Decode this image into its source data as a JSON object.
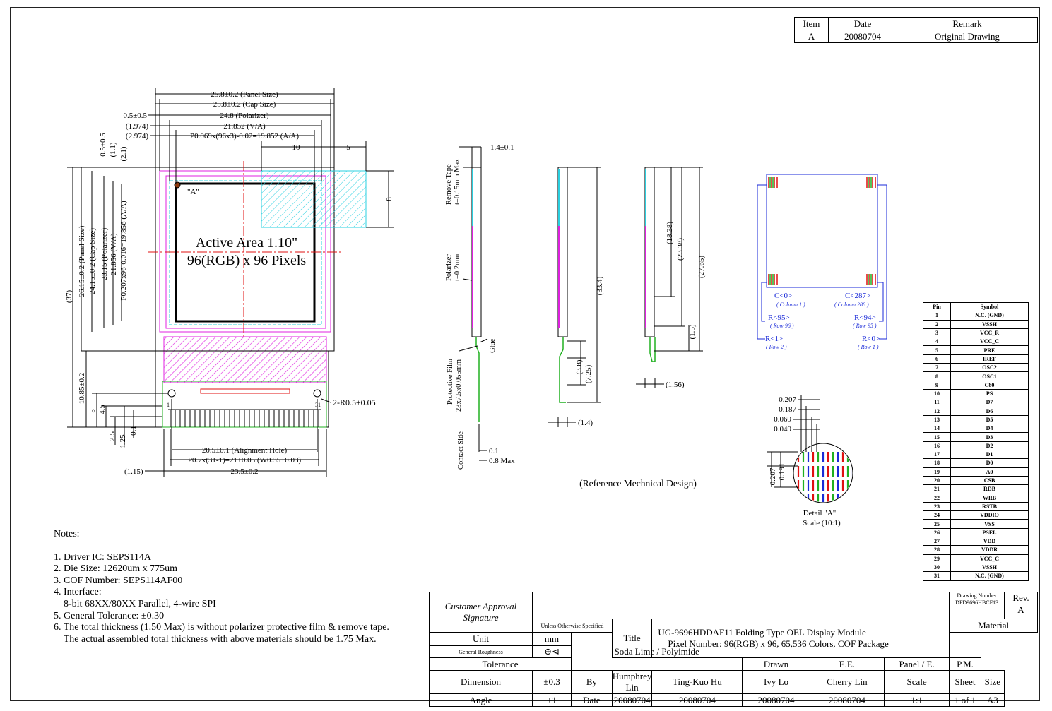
{
  "revision": {
    "headers": [
      "Item",
      "Date",
      "Remark"
    ],
    "rows": [
      [
        "A",
        "20080704",
        "Original Drawing"
      ]
    ]
  },
  "front_view": {
    "dims_top": [
      "25.8±0.2 (Panel Size)",
      "25.8±0.2 (Cap Size)",
      "24.8 (Polarizer)",
      "21.852 (V/A)",
      "P0.069x(96x3)-0.02=19.852 (A/A)"
    ],
    "dims_top_left": [
      "0.5±0.5",
      "(1.974)",
      "(2.974)"
    ],
    "dims_top_right": [
      "10",
      "5"
    ],
    "dims_left_small": [
      "0.5±0.5",
      "(1.1)",
      "(2.1)"
    ],
    "dims_left": [
      "(37)",
      "26.15±0.2 (Panel Size)",
      "24.15±0.2 (Cap Size)",
      "23.15 (Polarizer)",
      "21.856 (V/A)",
      "P0.207x96-0.016=19.856 (A/A)"
    ],
    "dims_left_lower": [
      "10.85±0.2",
      "5",
      "4.5",
      "2.5",
      "1.25",
      "0.1"
    ],
    "dim_right": "8",
    "active_area_line1": "Active Area 1.10\"",
    "active_area_line2": "96(RGB) x 96 Pixels",
    "point_a": "\"A\"",
    "hole_label": "2-R0.5±0.05",
    "pin_1": "1",
    "pin_31": "31",
    "dims_bottom": [
      "20.5±0.1 (Alignment Hole)",
      "P0.7x(31-1)=21±0.05 (W0.35±0.03)",
      "(1.15)",
      "23.5±0.2"
    ]
  },
  "side_view": {
    "labels": [
      "Remove Tape",
      "t=0.15mm Max",
      "Polarizer",
      "t=0.2mm",
      "Glue",
      "Protective Film",
      "23x7.5x0.055mm",
      "Contact Side"
    ],
    "dims": [
      "1.4±0.1",
      "0.1",
      "0.8 Max"
    ]
  },
  "folded_view": {
    "dims": [
      "(33.4)",
      "(3.8)",
      "(7.25)",
      "(1.4)",
      "(18.38)",
      "(23.38)",
      "(27.65)",
      "(1.5)",
      "(1.56)"
    ],
    "caption": "(Reference Mechnical Design)"
  },
  "pixel_map": {
    "c0": "C<0>",
    "c0_sub": "( Column 1 )",
    "c287": "C<287>",
    "c287_sub": "( Column 288 )",
    "r95": "R<95>",
    "r95_sub": "( Row 96 )",
    "r94": "R<94>",
    "r94_sub": "( Row 95 )",
    "r1": "R<1>",
    "r1_sub": "( Row 2 )",
    "r0": "R<0>",
    "r0_sub": "( Row 1 )"
  },
  "detail_a": {
    "dims": [
      "0.207",
      "0.187",
      "0.069",
      "0.049",
      "0.207",
      "0.191"
    ],
    "caption1": "Detail \"A\"",
    "caption2": "Scale (10:1)"
  },
  "pins": {
    "headers": [
      "Pin",
      "Symbol"
    ],
    "rows": [
      [
        "1",
        "N.C. (GND)"
      ],
      [
        "2",
        "VSSH"
      ],
      [
        "3",
        "VCC_R"
      ],
      [
        "4",
        "VCC_C"
      ],
      [
        "5",
        "PRE"
      ],
      [
        "6",
        "IREF"
      ],
      [
        "7",
        "OSC2"
      ],
      [
        "8",
        "OSC1"
      ],
      [
        "9",
        "C80"
      ],
      [
        "10",
        "PS"
      ],
      [
        "11",
        "D7"
      ],
      [
        "12",
        "D6"
      ],
      [
        "13",
        "D5"
      ],
      [
        "14",
        "D4"
      ],
      [
        "15",
        "D3"
      ],
      [
        "16",
        "D2"
      ],
      [
        "17",
        "D1"
      ],
      [
        "18",
        "D0"
      ],
      [
        "19",
        "A0"
      ],
      [
        "20",
        "CSB"
      ],
      [
        "21",
        "RDB"
      ],
      [
        "22",
        "WRB"
      ],
      [
        "23",
        "RSTB"
      ],
      [
        "24",
        "VDDIO"
      ],
      [
        "25",
        "VSS"
      ],
      [
        "26",
        "PSEL"
      ],
      [
        "27",
        "VDD"
      ],
      [
        "28",
        "VDDR"
      ],
      [
        "29",
        "VCC_C"
      ],
      [
        "30",
        "VSSH"
      ],
      [
        "31",
        "N.C. (GND)"
      ]
    ]
  },
  "notes": {
    "heading": "Notes:",
    "items": [
      "1. Driver IC: SEPS114A",
      "2. Die Size: 12620um x 775um",
      "3. COF Number: SEPS114AF00",
      "4. Interface:",
      "    8-bit 68XX/80XX Parallel, 4-wire SPI",
      "5. General Tolerance: ±0.30",
      "6. The total thickness (1.50 Max) is without polarizer protective film & remove tape.",
      "    The actual assembled total thickness with above materials should be 1.75 Max."
    ]
  },
  "title_block": {
    "customer_approval": "Customer Approval",
    "signature": "Signature",
    "drawing_number_label": "Drawing Number",
    "drawing_number": "DFD9696HBCF13",
    "rev_label": "Rev.",
    "rev": "A",
    "unless_specified": "Unless Otherwise Specified",
    "title_label": "Title",
    "title_line1": "UG-9696HDDAF11 Folding Type OEL Display Module",
    "title_line2": "Pixel Number: 96(RGB) x 96, 65,536 Colors, COF Package",
    "material_label": "Material",
    "material": "Soda Lime / Polyimide",
    "unit_label": "Unit",
    "unit": "mm",
    "roughness_label": "General Roughness",
    "tolerance_label": "Tolerance",
    "dimension_label": "Dimension",
    "dimension_tol": "±0.3",
    "angle_label": "Angle",
    "angle_tol": "±1",
    "by_label": "By",
    "date_label": "Date",
    "roles": [
      "Drawn",
      "E.E.",
      "Panel / E.",
      "P.M."
    ],
    "names": [
      "Humphrey Lin",
      "Ting-Kuo Hu",
      "Ivy Lo",
      "Cherry Lin"
    ],
    "dates": [
      "20080704",
      "20080704",
      "20080704",
      "20080704"
    ],
    "scale_label": "Scale",
    "scale": "1:1",
    "sheet_label": "Sheet",
    "sheet": "1 of 1",
    "size_label": "Size",
    "size": "A3"
  },
  "colors": {
    "magenta": "#e020e0",
    "cyan": "#2ad0e0",
    "red": "#e01010",
    "blue": "#1a2ad8",
    "green": "#20b020"
  }
}
